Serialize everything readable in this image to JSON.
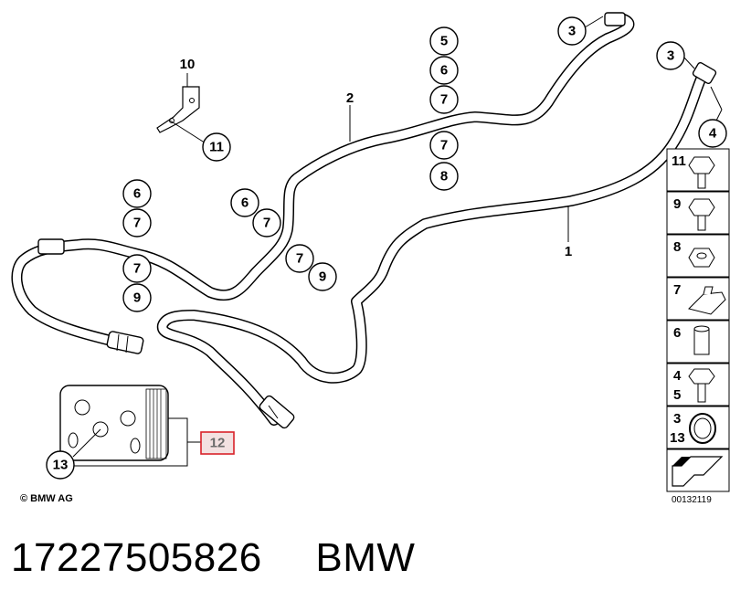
{
  "callouts": {
    "c10": "10",
    "c11": "11",
    "c2": "2",
    "c5": "5",
    "c6a": "6",
    "c7a": "7",
    "c7b": "7",
    "c8": "8",
    "c3a": "3",
    "c3b": "3",
    "c4": "4",
    "c1": "1",
    "c6b": "6",
    "c7c": "7",
    "c7d": "7",
    "c9a": "9",
    "c6c": "6",
    "c7e": "7",
    "c7f": "7",
    "c9b": "9",
    "c12": "12",
    "c13": "13"
  },
  "legend": [
    {
      "labels": [
        "11"
      ],
      "icon": "hex-flange-bolt-icon"
    },
    {
      "labels": [
        "9"
      ],
      "icon": "hex-bolt-icon"
    },
    {
      "labels": [
        "8"
      ],
      "icon": "hex-nut-icon"
    },
    {
      "labels": [
        "7"
      ],
      "icon": "pipe-clip-icon"
    },
    {
      "labels": [
        "6"
      ],
      "icon": "sleeve-nut-icon"
    },
    {
      "labels": [
        "4",
        "5"
      ],
      "icon": "banjo-bolt-icon"
    },
    {
      "labels": [
        "3",
        "13"
      ],
      "icon": "sealing-ring-icon"
    },
    {
      "labels": [],
      "icon": "arrow-icon"
    }
  ],
  "highlight_color": "#d9222a",
  "copyright": "© BMW AG",
  "diagram_id": "00132119",
  "part_number": "17227505826",
  "brand": "BMW"
}
